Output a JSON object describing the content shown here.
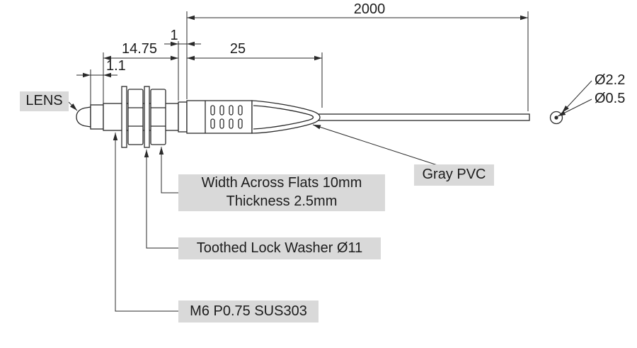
{
  "dims": {
    "cable_length": "2000",
    "thread_length": "14.75",
    "step": "1",
    "sleeve_length": "25",
    "lens_step": "1.1",
    "cable_diameter": "Ø2.2",
    "core_diameter": "Ø0.5"
  },
  "labels": {
    "lens": "LENS",
    "gray_pvc": "Gray PVC",
    "flats_line1": "Width Across Flats 10mm",
    "flats_line2": "Thickness 2.5mm",
    "washer": "Toothed Lock Washer Ø11",
    "thread": "M6 P0.75 SUS303"
  },
  "colors": {
    "line": "#2a2a2a",
    "label_background": "#d9d9d9",
    "text": "#1c1c1c",
    "page_background": "#ffffff"
  }
}
